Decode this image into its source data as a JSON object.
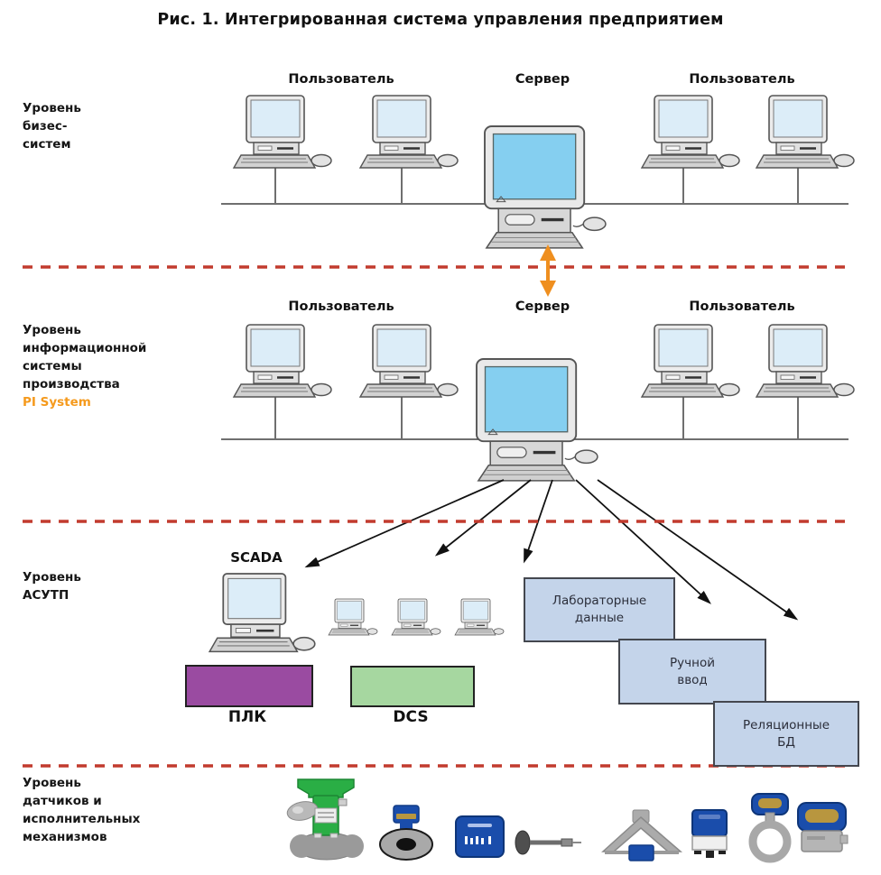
{
  "title": "Рис. 1. Интегрированная система управления предприятием",
  "level_labels": {
    "business": [
      "Уровень",
      "бизес-",
      "систем"
    ],
    "mes": [
      "Уровень",
      "информационной",
      "системы",
      "производства"
    ],
    "mes_accent": "PI System",
    "asutp": [
      "Уровень",
      "АСУТП"
    ],
    "sensors": [
      "Уровень",
      "датчиков и",
      "исполнительных",
      "механизмов"
    ]
  },
  "row1": {
    "user_left": "Пользователь",
    "server": "Сервер",
    "user_right": "Пользователь"
  },
  "row2": {
    "user_left": "Пользователь",
    "server": "Сервер",
    "user_right": "Пользователь"
  },
  "asutp": {
    "scada_label": "SCADA",
    "plc_label": "ПЛК",
    "dcs_label": "DCS"
  },
  "data_boxes": {
    "lab": {
      "line1": "Лабораторные",
      "line2": "данные"
    },
    "manual": {
      "line1": "Ручной",
      "line2": "ввод"
    },
    "rdb": {
      "line1": "Реляционные",
      "line2": "БД"
    }
  },
  "icons": {
    "computers": [
      "desktop-computer-icon",
      "server-computer-icon",
      "small-computer-icon"
    ],
    "devices": [
      "control-valve-icon",
      "pressure-transmitter-icon",
      "field-indicator-icon",
      "temperature-probe-icon",
      "clamp-flow-sensor-icon",
      "level-transmitter-icon",
      "ring-flowmeter-icon",
      "gauge-transmitter-icon"
    ],
    "arrows": [
      "orange-sync-arrow-icon",
      "black-data-arrow-icon"
    ]
  },
  "colors": {
    "dashed_separator": "#c23b2e",
    "sync_arrow_orange": "#ef8f1f",
    "pi_system_accent": "#f59a1d",
    "pc_screen": "#dcedf8",
    "server_screen": "#85cff0",
    "plc_box": "#9a4ba1",
    "dcs_box": "#a6d7a0",
    "data_box_blue": "#c4d4ea",
    "device_blue": "#1a4dab",
    "device_green": "#2aae45"
  }
}
